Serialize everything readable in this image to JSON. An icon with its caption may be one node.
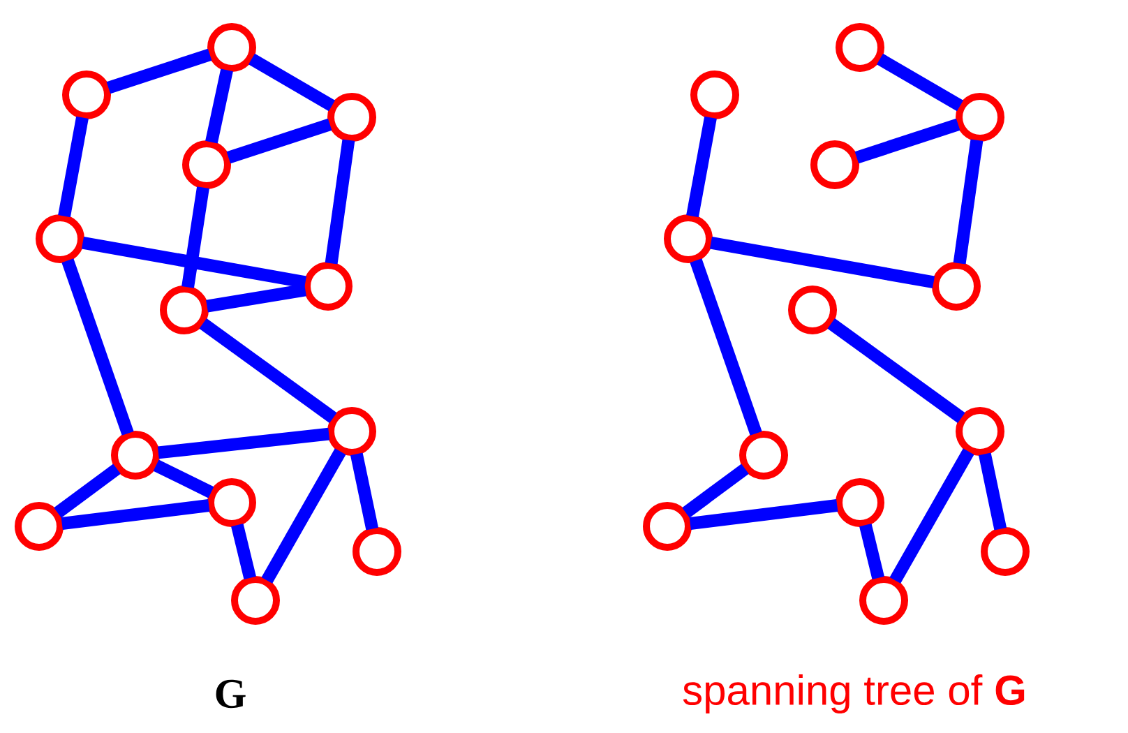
{
  "diagram": {
    "nodes": [
      {
        "text": [],
        "shape": "circle"
      },
      {
        "text": [],
        "shape": "circle"
      },
      {
        "text": [],
        "shape": "circle"
      },
      {
        "text": [],
        "shape": "circle"
      },
      {
        "text": [],
        "shape": "circle"
      },
      {
        "text": [],
        "shape": "circle"
      },
      {
        "text": [],
        "shape": "circle"
      },
      {
        "text": [],
        "shape": "circle"
      },
      {
        "text": [],
        "shape": "circle"
      },
      {
        "text": [],
        "shape": "circle"
      },
      {
        "text": [],
        "shape": "circle"
      },
      {
        "text": [],
        "shape": "circle"
      },
      {
        "text": [],
        "shape": "circle"
      },
      {
        "text": [],
        "shape": "circle"
      },
      {
        "text": [],
        "shape": "circle"
      },
      {
        "text": [],
        "shape": "circle"
      },
      {
        "text": [],
        "shape": "circle"
      },
      {
        "text": [],
        "shape": "circle"
      },
      {
        "text": [],
        "shape": "circle"
      },
      {
        "text": [],
        "shape": "circle"
      },
      {
        "text": [],
        "shape": "circle"
      },
      {
        "text": [],
        "shape": "circle"
      },
      {
        "text": [],
        "shape": "circle"
      },
      {
        "text": [],
        "shape": "circle"
      },
      {
        "text": [],
        "shape": "circle"
      },
      {
        "text": [],
        "shape": "circle"
      }
    ],
    "edges": [
      {
        "from": 1,
        "to": 0,
        "arrow": "none"
      },
      {
        "from": 0,
        "to": 2,
        "arrow": "none"
      },
      {
        "from": 0,
        "to": 3,
        "arrow": "none"
      },
      {
        "from": 3,
        "to": 2,
        "arrow": "none"
      },
      {
        "from": 1,
        "to": 4,
        "arrow": "none"
      },
      {
        "from": 2,
        "to": 5,
        "arrow": "none"
      },
      {
        "from": 3,
        "to": 6,
        "arrow": "none"
      },
      {
        "from": 4,
        "to": 5,
        "arrow": "none"
      },
      {
        "from": 6,
        "to": 5,
        "arrow": "none"
      },
      {
        "from": 6,
        "to": 7,
        "arrow": "none"
      },
      {
        "from": 4,
        "to": 8,
        "arrow": "none"
      },
      {
        "from": 8,
        "to": 7,
        "arrow": "none"
      },
      {
        "from": 8,
        "to": 10,
        "arrow": "none"
      },
      {
        "from": 8,
        "to": 9,
        "arrow": "none"
      },
      {
        "from": 10,
        "to": 9,
        "arrow": "none"
      },
      {
        "from": 9,
        "to": 12,
        "arrow": "none"
      },
      {
        "from": 12,
        "to": 7,
        "arrow": "none"
      },
      {
        "from": 7,
        "to": 11,
        "arrow": "none"
      },
      {
        "from": 14,
        "to": 17,
        "arrow": "none"
      },
      {
        "from": 13,
        "to": 15,
        "arrow": "none"
      },
      {
        "from": 16,
        "to": 15,
        "arrow": "none"
      },
      {
        "from": 15,
        "to": 18,
        "arrow": "none"
      },
      {
        "from": 17,
        "to": 18,
        "arrow": "none"
      },
      {
        "from": 17,
        "to": 21,
        "arrow": "none"
      },
      {
        "from": 21,
        "to": 23,
        "arrow": "none"
      },
      {
        "from": 23,
        "to": 22,
        "arrow": "none"
      },
      {
        "from": 22,
        "to": 25,
        "arrow": "none"
      },
      {
        "from": 25,
        "to": 20,
        "arrow": "none"
      },
      {
        "from": 20,
        "to": 24,
        "arrow": "none"
      },
      {
        "from": 19,
        "to": 20,
        "arrow": "none"
      }
    ],
    "labels": [
      "G",
      "spanning tree of **G**"
    ]
  }
}
